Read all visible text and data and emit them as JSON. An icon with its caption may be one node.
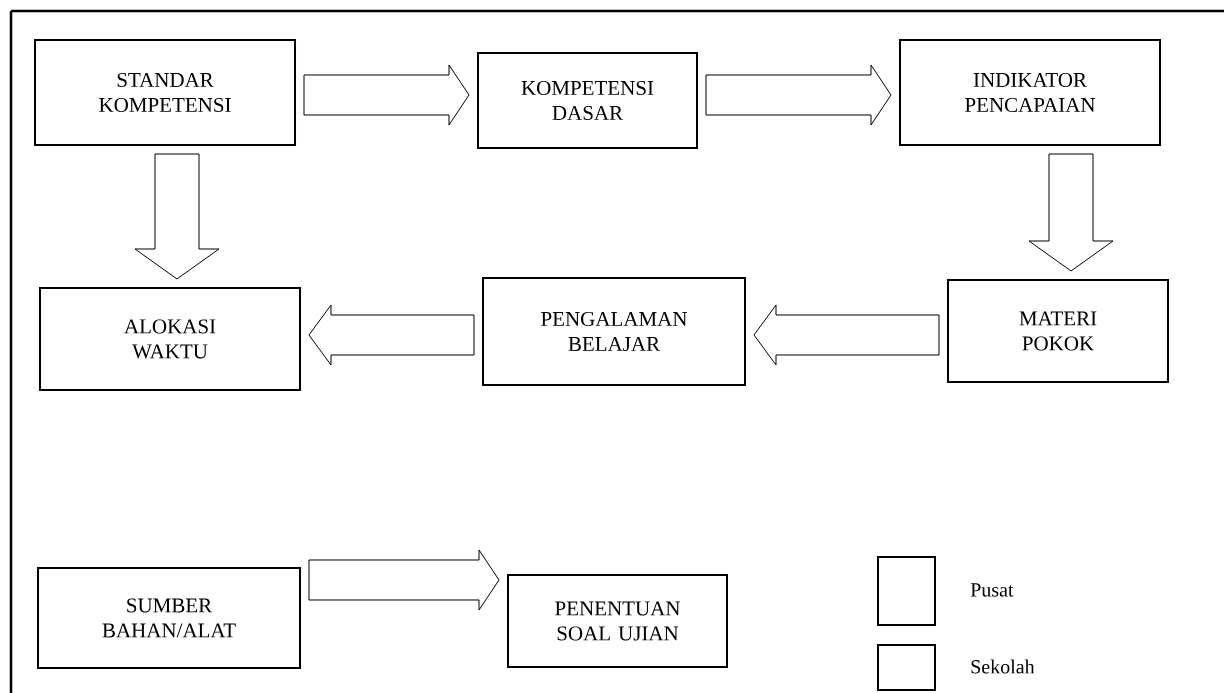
{
  "diagram": {
    "nodes": [
      {
        "text": [
          "STANDAR KOMPETENSI"
        ]
      },
      {
        "text": [
          "KOMPETENSI DASAR"
        ]
      },
      {
        "text": [
          "INDIKATOR PENCAPAIAN"
        ]
      },
      {
        "text": [
          "ALOKASI WAKTU"
        ]
      },
      {
        "text": [
          "PENGALAMAN BELAJAR"
        ]
      },
      {
        "text": [
          "MATERI POKOK"
        ]
      },
      {
        "text": [
          "SUMBER BAHAN/ALAT"
        ]
      },
      {
        "text": [
          "PENENTUAN SOAL UJIAN"
        ]
      }
    ],
    "edges": [
      {
        "from": 0,
        "to": 1,
        "arrow": "to"
      },
      {
        "from": 1,
        "to": 2,
        "arrow": "to"
      },
      {
        "from": 0,
        "to": 3,
        "arrow": "to"
      },
      {
        "from": 2,
        "to": 5,
        "arrow": "to"
      },
      {
        "from": 5,
        "to": 4,
        "arrow": "to"
      },
      {
        "from": 4,
        "to": 3,
        "arrow": "to"
      },
      {
        "from": 6,
        "to": 7,
        "arrow": "to"
      }
    ],
    "legend": [
      {
        "text": "Pusat"
      },
      {
        "text": "Sekolah"
      }
    ]
  }
}
